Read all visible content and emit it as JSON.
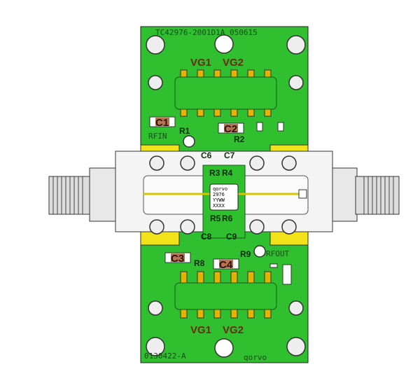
{
  "board": {
    "top_marking": "TC42976-2001D1A 050615",
    "bottom_marking": "0130422-A",
    "logo": "qorvo",
    "colors": {
      "pcb": "#2fbf2f",
      "gold": "#f2e21a",
      "pad": "#e0b400",
      "housing": "#f4f4f4"
    }
  },
  "labels": {
    "vg1_top": "VG1",
    "vg2_top": "VG2",
    "vg1_bottom": "VG1",
    "vg2_bottom": "VG2",
    "rfin": "RFIN",
    "rfout": "RFOUT"
  },
  "components": {
    "c1": "C1",
    "c2": "C2",
    "c3": "C3",
    "c4": "C4",
    "c6": "C6",
    "c7": "C7",
    "c8": "C8",
    "c9": "C9",
    "r1": "R1",
    "r2": "R2",
    "r3": "R3",
    "r4": "R4",
    "r5": "R5",
    "r6": "R6",
    "r8": "R8",
    "r9": "R9"
  },
  "chip": {
    "line1": "qorvo",
    "line2": "2976",
    "line3": "YYWW",
    "line4": "XXXX"
  }
}
